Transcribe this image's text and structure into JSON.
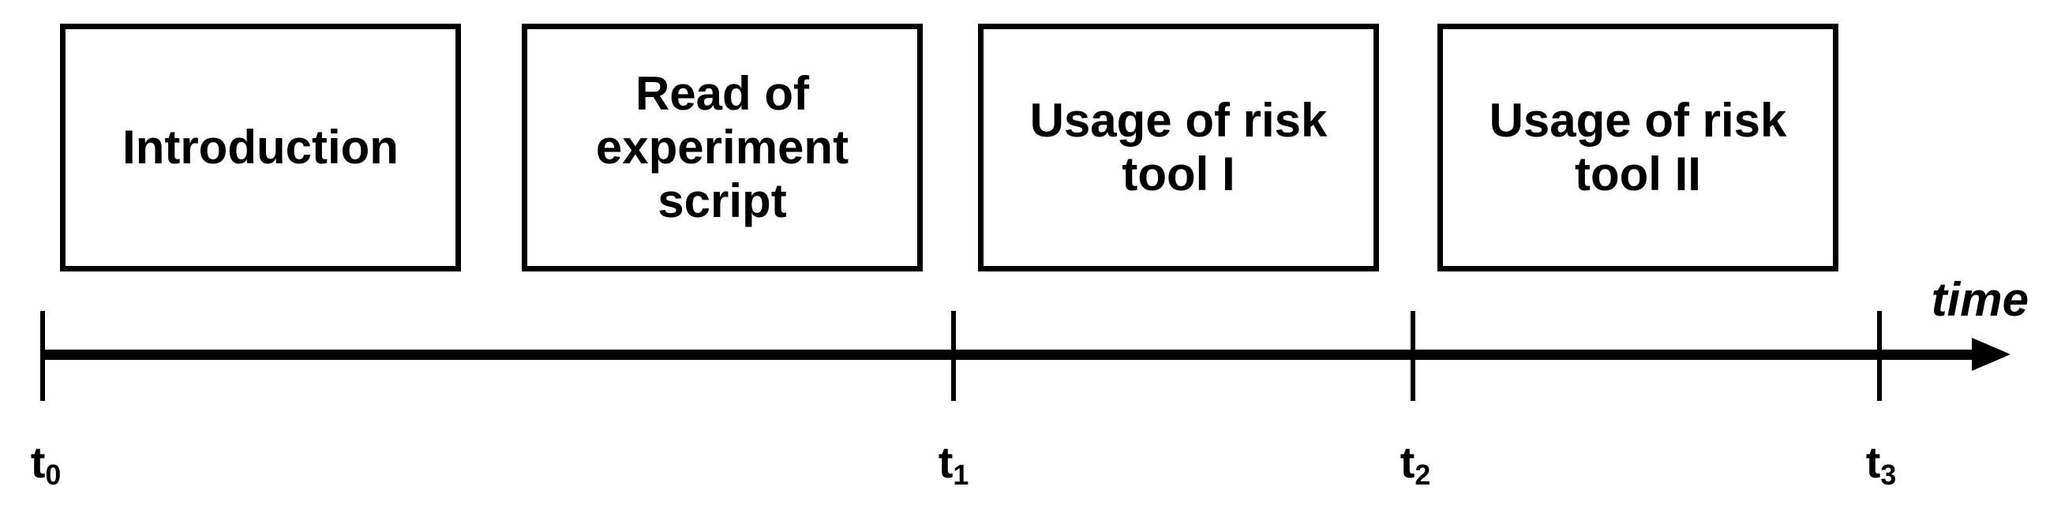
{
  "diagram": {
    "background": "#ffffff",
    "foreground": "#000000",
    "boxes": [
      {
        "id": "introduction",
        "label": "Introduction"
      },
      {
        "id": "read-experiment-script",
        "label": "Read of\nexperiment\nscript"
      },
      {
        "id": "usage-risk-tool-1",
        "label": "Usage of risk\ntool I"
      },
      {
        "id": "usage-risk-tool-2",
        "label": "Usage of risk\ntool II"
      }
    ],
    "timeline": {
      "axis_label": "time",
      "ticks": [
        {
          "symbol": "t",
          "subscript": "0"
        },
        {
          "symbol": "t",
          "subscript": "1"
        },
        {
          "symbol": "t",
          "subscript": "2"
        },
        {
          "symbol": "t",
          "subscript": "3"
        }
      ]
    }
  }
}
